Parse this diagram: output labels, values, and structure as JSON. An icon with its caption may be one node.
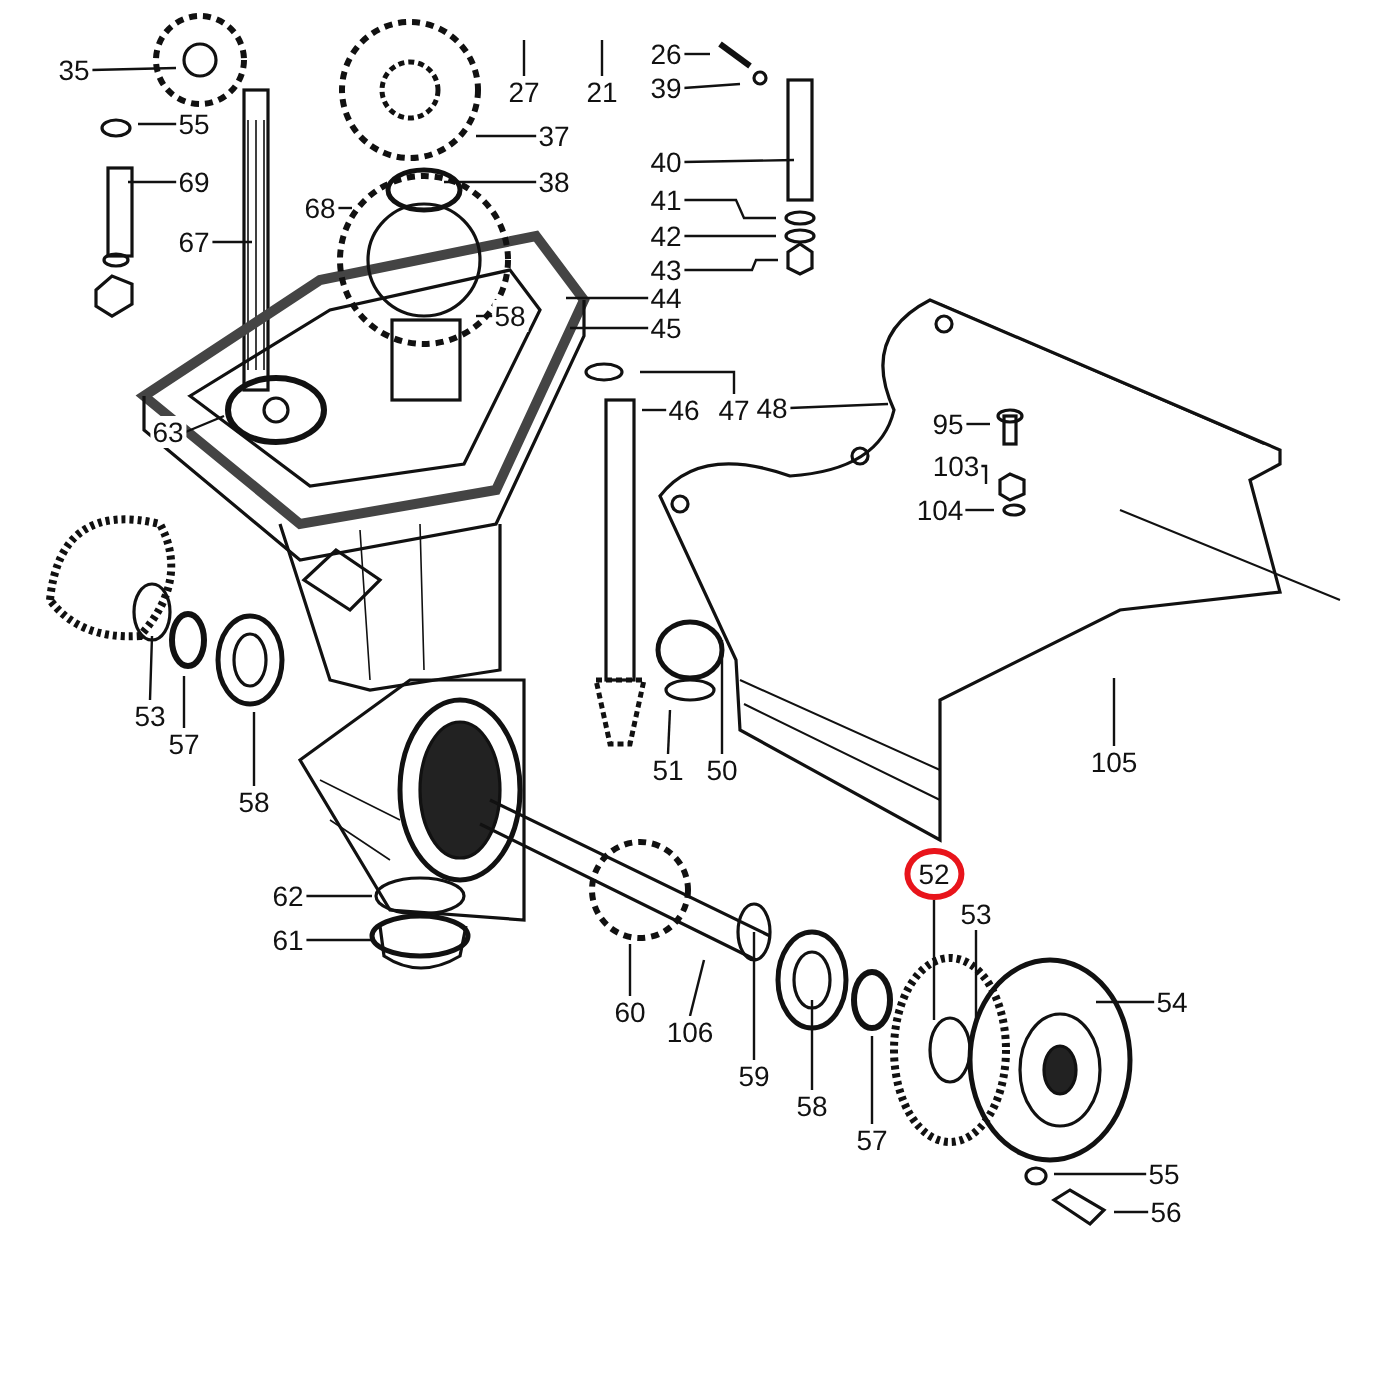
{
  "diagram": {
    "nodes": [
      {
        "text": [
          "35"
        ]
      },
      {
        "text": [
          "27"
        ]
      },
      {
        "text": [
          "21"
        ]
      },
      {
        "text": [
          "26"
        ]
      },
      {
        "text": [
          "39"
        ]
      },
      {
        "text": [
          "55"
        ]
      },
      {
        "text": [
          "69"
        ]
      },
      {
        "text": [
          "37"
        ]
      },
      {
        "text": [
          "40"
        ]
      },
      {
        "text": [
          "67"
        ]
      },
      {
        "text": [
          "68"
        ]
      },
      {
        "text": [
          "38"
        ]
      },
      {
        "text": [
          "41"
        ]
      },
      {
        "text": [
          "42"
        ]
      },
      {
        "text": [
          "43"
        ]
      },
      {
        "text": [
          "58"
        ]
      },
      {
        "text": [
          "44"
        ]
      },
      {
        "text": [
          "45"
        ]
      },
      {
        "text": [
          "63"
        ]
      },
      {
        "text": [
          "46"
        ]
      },
      {
        "text": [
          "47"
        ]
      },
      {
        "text": [
          "48"
        ]
      },
      {
        "text": [
          "95"
        ]
      },
      {
        "text": [
          "103"
        ]
      },
      {
        "text": [
          "104"
        ]
      },
      {
        "text": [
          "53"
        ]
      },
      {
        "text": [
          "57"
        ]
      },
      {
        "text": [
          "58"
        ]
      },
      {
        "text": [
          "51"
        ]
      },
      {
        "text": [
          "50"
        ]
      },
      {
        "text": [
          "105"
        ]
      },
      {
        "text": [
          "62"
        ]
      },
      {
        "text": [
          "61"
        ]
      },
      {
        "text": [
          "52"
        ]
      },
      {
        "text": [
          "53"
        ]
      },
      {
        "text": [
          "54"
        ]
      },
      {
        "text": [
          "60"
        ]
      },
      {
        "text": [
          "106"
        ]
      },
      {
        "text": [
          "59"
        ]
      },
      {
        "text": [
          "58"
        ]
      },
      {
        "text": [
          "57"
        ]
      },
      {
        "text": [
          "55"
        ]
      },
      {
        "text": [
          "56"
        ]
      }
    ],
    "edges": [
      {
        "from": 0,
        "to": null,
        "arrow": "none"
      },
      {
        "from": 1,
        "to": null,
        "arrow": "none"
      },
      {
        "from": 2,
        "to": null,
        "arrow": "none"
      },
      {
        "from": 3,
        "to": null,
        "arrow": "none"
      },
      {
        "from": 4,
        "to": null,
        "arrow": "none"
      },
      {
        "from": 5,
        "to": null,
        "arrow": "none"
      },
      {
        "from": 6,
        "to": null,
        "arrow": "none"
      },
      {
        "from": 7,
        "to": null,
        "arrow": "none"
      },
      {
        "from": 8,
        "to": null,
        "arrow": "none"
      },
      {
        "from": 9,
        "to": null,
        "arrow": "none"
      },
      {
        "from": 10,
        "to": null,
        "arrow": "none"
      },
      {
        "from": 11,
        "to": null,
        "arrow": "none"
      },
      {
        "from": 12,
        "to": null,
        "arrow": "none"
      },
      {
        "from": 13,
        "to": null,
        "arrow": "none"
      },
      {
        "from": 14,
        "to": null,
        "arrow": "none"
      },
      {
        "from": 15,
        "to": null,
        "arrow": "none"
      },
      {
        "from": 16,
        "to": null,
        "arrow": "none"
      },
      {
        "from": 17,
        "to": null,
        "arrow": "none"
      },
      {
        "from": 18,
        "to": null,
        "arrow": "none"
      },
      {
        "from": 19,
        "to": null,
        "arrow": "none"
      },
      {
        "from": 20,
        "to": null,
        "arrow": "none"
      },
      {
        "from": 21,
        "to": null,
        "arrow": "none"
      },
      {
        "from": 22,
        "to": null,
        "arrow": "none"
      },
      {
        "from": 23,
        "to": null,
        "arrow": "none"
      },
      {
        "from": 24,
        "to": null,
        "arrow": "none"
      },
      {
        "from": 25,
        "to": null,
        "arrow": "none"
      },
      {
        "from": 26,
        "to": null,
        "arrow": "none"
      },
      {
        "from": 27,
        "to": null,
        "arrow": "none"
      },
      {
        "from": 28,
        "to": null,
        "arrow": "none"
      },
      {
        "from": 29,
        "to": null,
        "arrow": "none"
      },
      {
        "from": 30,
        "to": null,
        "arrow": "none"
      },
      {
        "from": 31,
        "to": null,
        "arrow": "none"
      },
      {
        "from": 32,
        "to": null,
        "arrow": "none"
      },
      {
        "from": 33,
        "to": null,
        "arrow": "none"
      },
      {
        "from": 34,
        "to": null,
        "arrow": "none"
      },
      {
        "from": 35,
        "to": null,
        "arrow": "none"
      },
      {
        "from": 36,
        "to": null,
        "arrow": "none"
      },
      {
        "from": 37,
        "to": null,
        "arrow": "none"
      },
      {
        "from": 38,
        "to": null,
        "arrow": "none"
      },
      {
        "from": 39,
        "to": null,
        "arrow": "none"
      },
      {
        "from": 40,
        "to": null,
        "arrow": "none"
      },
      {
        "from": 41,
        "to": null,
        "arrow": "none"
      },
      {
        "from": 42,
        "to": null,
        "arrow": "none"
      }
    ]
  }
}
